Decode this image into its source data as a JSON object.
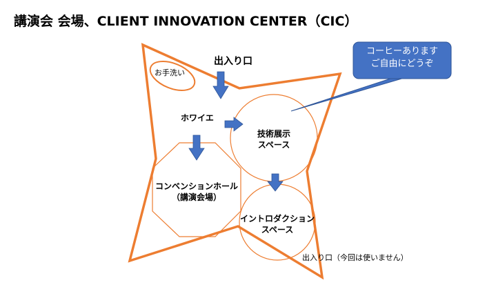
{
  "title": "講演会 会場、CLIENT INNOVATION CENTER（CIC）",
  "labels": {
    "entrance": "出入り口",
    "restroom": "お手洗い",
    "foyer": "ホワイエ",
    "tech_exhibit_line1": "技術展示",
    "tech_exhibit_line2": "スペース",
    "convention_line1": "コンベンションホール",
    "convention_line2": "（講演会場）",
    "intro_line1": "イントロダクション",
    "intro_line2": "スペース",
    "exit": "出入り口（今回は使いません）"
  },
  "callout": {
    "line1": "コーヒーあります",
    "line2": "ご自由にどうぞ"
  },
  "colors": {
    "outline": "#ED7D31",
    "arrow": "#4472C4",
    "callout_fill": "#4472C4",
    "callout_border": "#2F5597"
  }
}
